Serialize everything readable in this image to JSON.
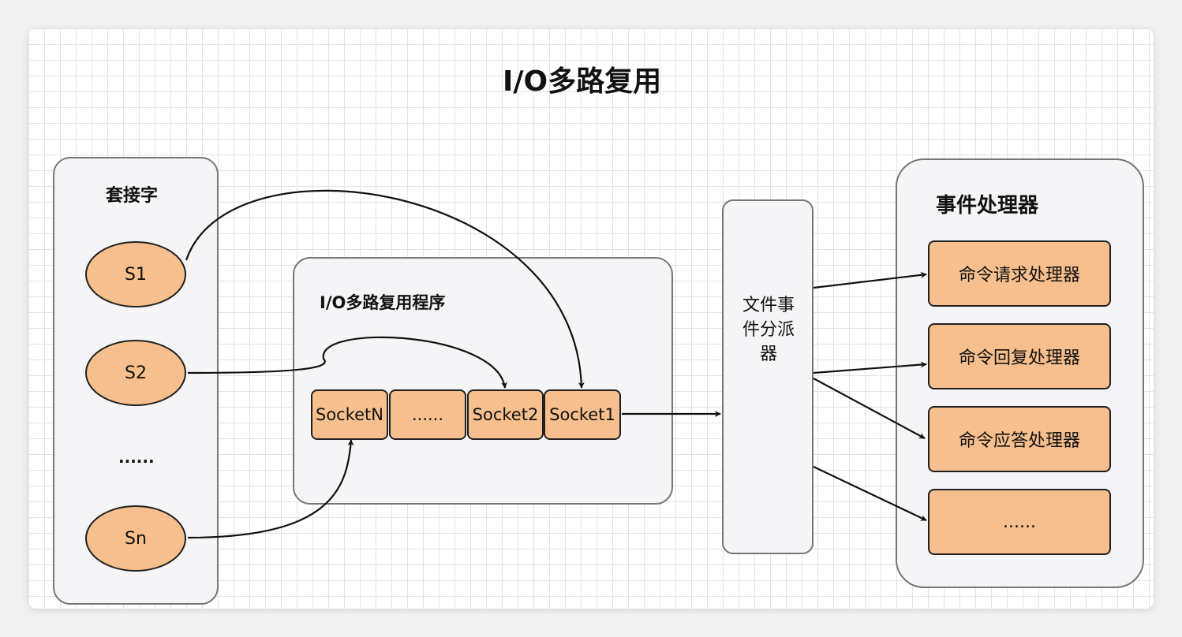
{
  "title": "I/O多路复用",
  "sockets": {
    "label": "套接字",
    "items": [
      "S1",
      "S2",
      "......",
      "Sn"
    ]
  },
  "multiplexer": {
    "label": "I/O多路复用程序",
    "queue": [
      "SocketN",
      "......",
      "Socket2",
      "Socket1"
    ]
  },
  "dispatcher": {
    "label": "文件事件分派器"
  },
  "handlers": {
    "label": "事件处理器",
    "items": [
      "命令请求处理器",
      "命令回复处理器",
      "命令应答处理器",
      "......"
    ]
  },
  "colors": {
    "node_fill": "#f6bf8d",
    "container_fill": "#f5f5f7",
    "border": "#202020"
  }
}
